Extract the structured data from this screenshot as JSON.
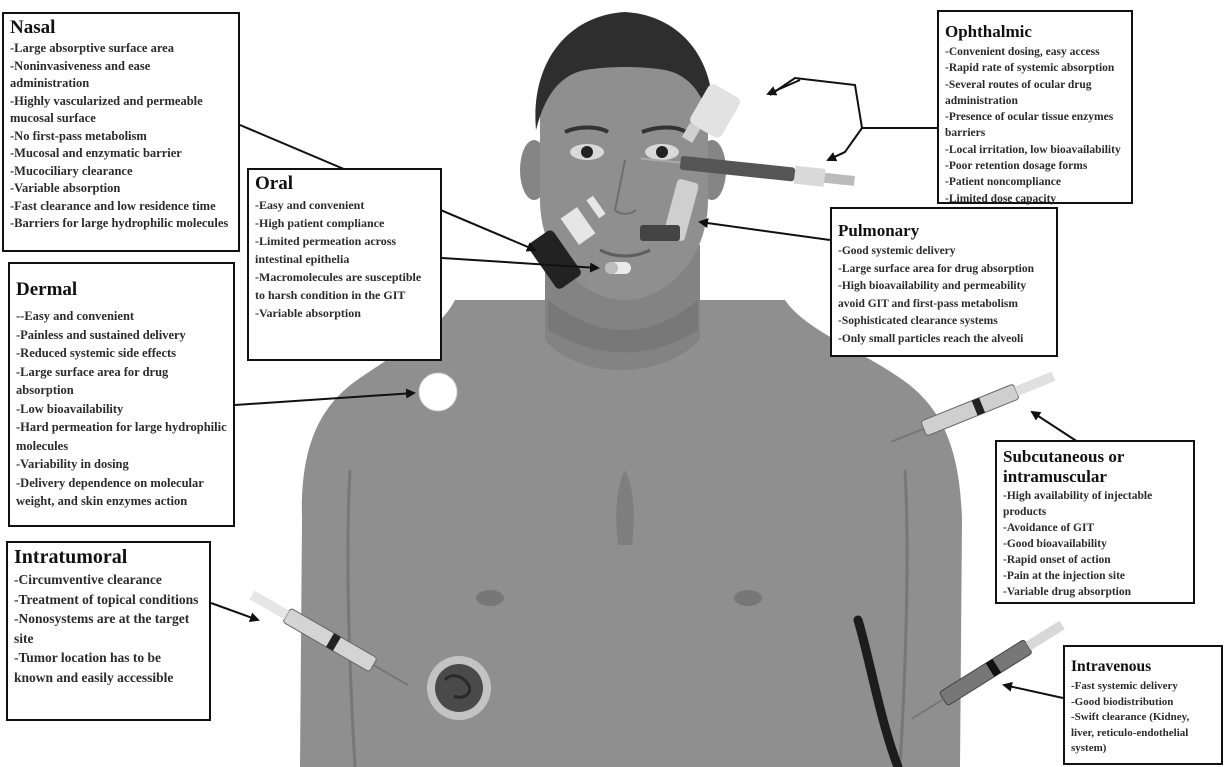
{
  "diagram": {
    "routes": {
      "nasal": {
        "title": "Nasal",
        "items": [
          "-Large absorptive surface area",
          "-Noninvasiveness and ease administration",
          "-Highly vascularized and permeable mucosal surface",
          "-No first-pass metabolism",
          "-Mucosal and enzymatic barrier",
          "-Mucociliary clearance",
          "-Variable absorption",
          "-Fast clearance and low residence time",
          "-Barriers for large hydrophilic molecules"
        ]
      },
      "oral": {
        "title": "Oral",
        "items": [
          "-Easy and convenient",
          "-High patient compliance",
          "-Limited permeation across intestinal epithelia",
          "-Macromolecules are susceptible to harsh condition in the GIT",
          "-Variable absorption"
        ]
      },
      "dermal": {
        "title": "Dermal",
        "items": [
          "--Easy and convenient",
          "-Painless and sustained delivery",
          "-Reduced systemic side effects",
          "-Large surface area for drug absorption",
          "-Low bioavailability",
          "-Hard permeation for large hydrophilic molecules",
          "-Variability in dosing",
          "-Delivery dependence on molecular weight, and skin enzymes action"
        ]
      },
      "intratumoral": {
        "title": "Intratumoral",
        "items": [
          "-Circumventive clearance",
          "-Treatment of topical conditions",
          "-Nonosystems are at the target site",
          "-Tumor location has to be known and easily accessible"
        ]
      },
      "ophthalmic": {
        "title": "Ophthalmic",
        "items": [
          "-Convenient dosing, easy access",
          "-Rapid rate of systemic absorption",
          "-Several routes of ocular drug administration",
          "-Presence of ocular tissue enzymes barriers",
          "-Local irritation, low bioavailability",
          "-Poor retention dosage forms",
          "-Patient noncompliance",
          "-Limited dose capacity"
        ]
      },
      "pulmonary": {
        "title": "Pulmonary",
        "items": [
          "-Good systemic delivery",
          "-Large surface area for drug absorption",
          "-High bioavailability and permeability avoid GIT and first-pass metabolism",
          "-Sophisticated clearance systems",
          "-Only small particles reach the alveoli"
        ]
      },
      "subcutaneous": {
        "title": "Subcutaneous or intramuscular",
        "items": [
          "-High availability of injectable products",
          "-Avoidance of GIT",
          "-Good bioavailability",
          "-Rapid onset of action",
          "-Pain at the injection site",
          "-Variable drug absorption"
        ]
      },
      "intravenous": {
        "title": "Intravenous",
        "items": [
          "-Fast systemic delivery",
          "-Good biodistribution",
          "-Swift clearance (Kidney, liver, reticulo-endothelial system)"
        ]
      }
    },
    "colors": {
      "skin": "#8f8f8f",
      "skin_dark": "#7a7a7a",
      "hair": "#2e2e2e",
      "box_border": "#111111",
      "arrow": "#111111"
    }
  }
}
